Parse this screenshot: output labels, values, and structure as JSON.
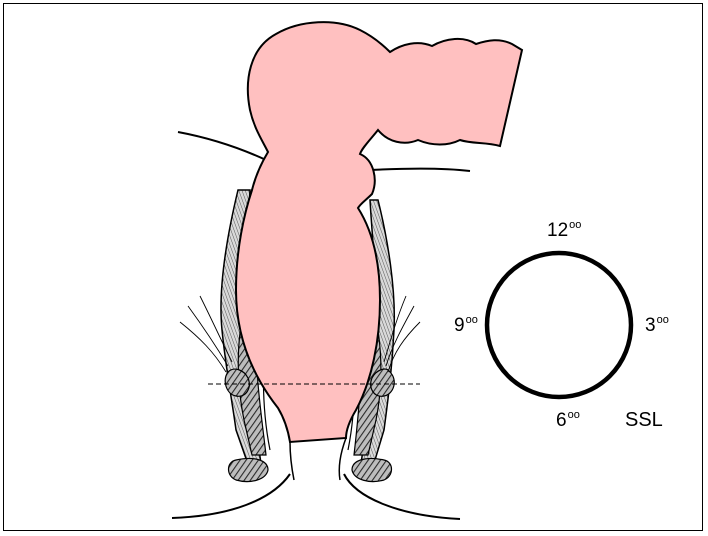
{
  "clock": {
    "h12": {
      "num": "12",
      "sup": "oo"
    },
    "h3": {
      "num": "3",
      "sup": "oo"
    },
    "h6": {
      "num": "6",
      "sup": "oo"
    },
    "h9": {
      "num": "9",
      "sup": "oo"
    }
  },
  "label": "SSL",
  "colors": {
    "lumen_fill": "#ffc0c0",
    "outline": "#000000",
    "tissue_shading": "#707070",
    "background": "#ffffff"
  }
}
